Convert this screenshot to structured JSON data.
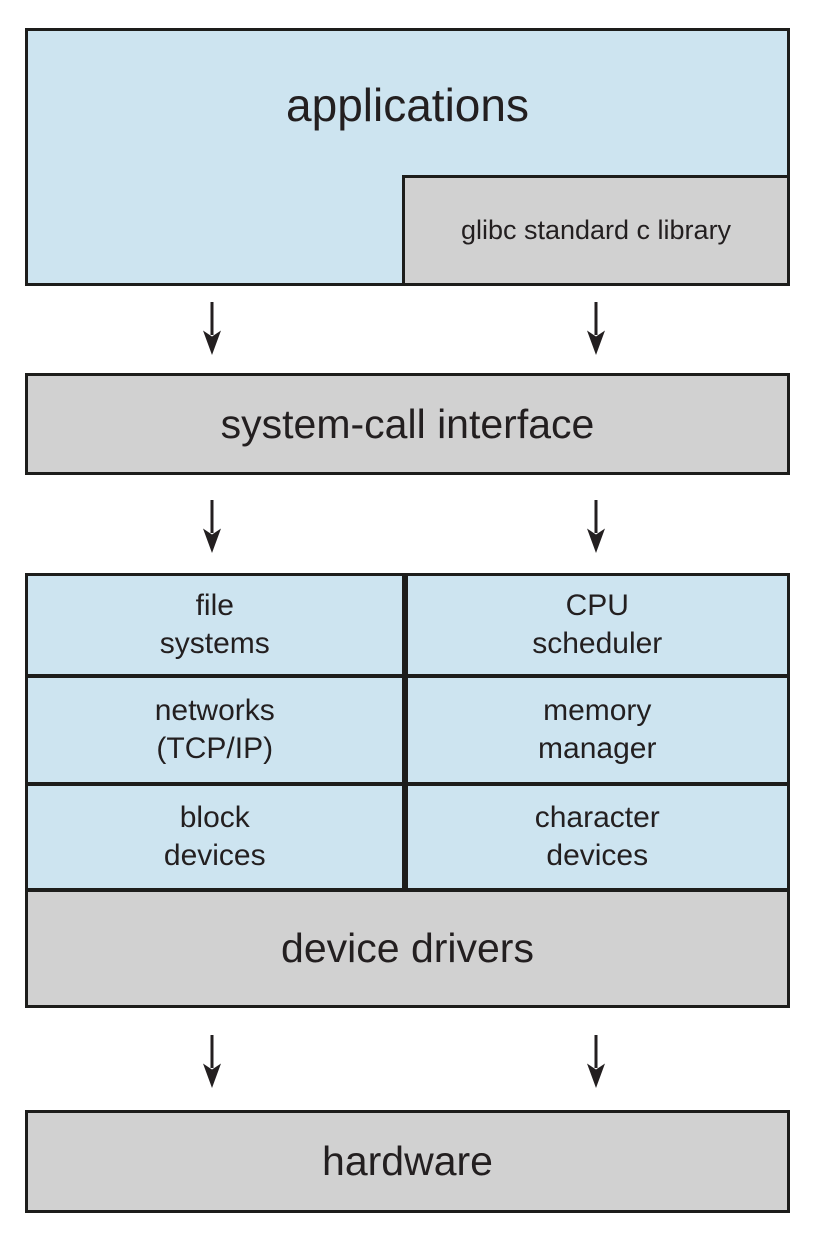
{
  "diagram": {
    "applications": {
      "label": "applications"
    },
    "glibc": {
      "label": "glibc standard c library"
    },
    "system_call": {
      "label": "system-call interface"
    },
    "kernel_cells": [
      {
        "line1": "file",
        "line2": "systems"
      },
      {
        "line1": "CPU",
        "line2": "scheduler"
      },
      {
        "line1": "networks",
        "line2": "(TCP/IP)"
      },
      {
        "line1": "memory",
        "line2": "manager"
      },
      {
        "line1": "block",
        "line2": "devices"
      },
      {
        "line1": "character",
        "line2": "devices"
      }
    ],
    "device_drivers": {
      "label": "device drivers"
    },
    "hardware": {
      "label": "hardware"
    },
    "colors": {
      "box_blue": "#cde4f0",
      "box_grey": "#d1d1d1",
      "border": "#1d1d1b",
      "text": "#231f20",
      "background": "#ffffff"
    }
  }
}
